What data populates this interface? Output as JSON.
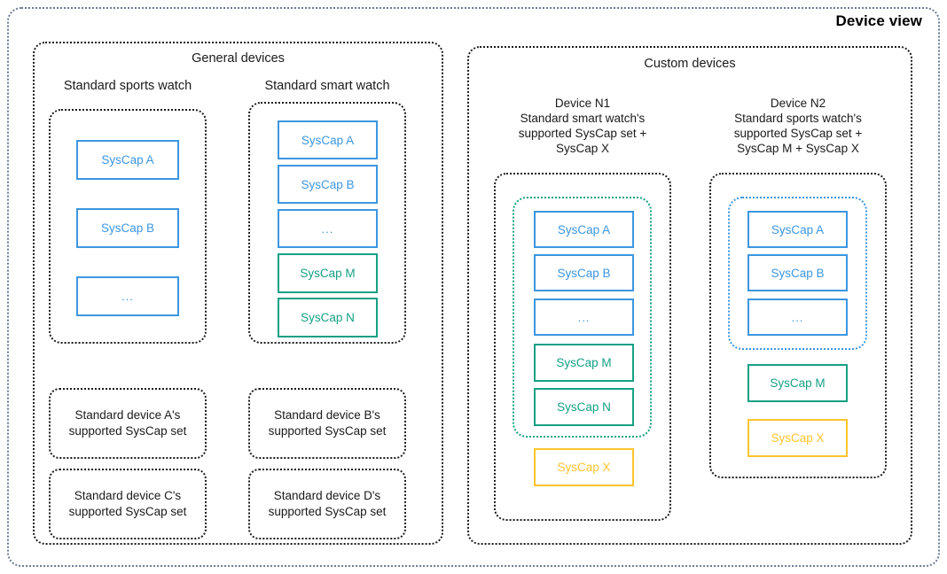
{
  "view": {
    "title": "Device view"
  },
  "colors": {
    "blue": "#3c96e0",
    "green": "#16a085",
    "yellow": "#fdc42b",
    "outer_frame": "#6b7b93",
    "frame": "#1a1a1a"
  },
  "general_devices": {
    "title": "General devices",
    "columns": [
      {
        "name": "standard-sports-watch",
        "title": "Standard sports watch",
        "chips": [
          {
            "label": "SysCap A",
            "color": "blue"
          },
          {
            "label": "SysCap B",
            "color": "blue"
          },
          {
            "label": "...",
            "color": "blue"
          }
        ]
      },
      {
        "name": "standard-smart-watch",
        "title": "Standard smart watch",
        "chips": [
          {
            "label": "SysCap A",
            "color": "blue"
          },
          {
            "label": "SysCap B",
            "color": "blue"
          },
          {
            "label": "...",
            "color": "blue"
          },
          {
            "label": "SysCap M",
            "color": "green"
          },
          {
            "label": "SysCap N",
            "color": "green"
          }
        ]
      }
    ],
    "set_boxes": [
      {
        "name": "standard-device-a-set",
        "label": "Standard device A's\nsupported SysCap set"
      },
      {
        "name": "standard-device-b-set",
        "label": "Standard device B's\nsupported SysCap set"
      },
      {
        "name": "standard-device-c-set",
        "label": "Standard device C's\nsupported SysCap set"
      },
      {
        "name": "standard-device-d-set",
        "label": "Standard device D's\nsupported SysCap set"
      }
    ]
  },
  "custom_devices": {
    "title": "Custom devices",
    "devices": [
      {
        "name": "device-n1",
        "title": "Device N1\nStandard smart watch's\nsupported SysCap set +\nSysCap X",
        "inner_frame_color": "green",
        "inner_chips": [
          {
            "label": "SysCap A",
            "color": "blue"
          },
          {
            "label": "SysCap B",
            "color": "blue"
          },
          {
            "label": "...",
            "color": "blue"
          },
          {
            "label": "SysCap M",
            "color": "green"
          },
          {
            "label": "SysCap N",
            "color": "green"
          }
        ],
        "extra_chips": [
          {
            "label": "SysCap X",
            "color": "yellow"
          }
        ]
      },
      {
        "name": "device-n2",
        "title": "Device N2\nStandard sports watch's\nsupported SysCap set +\nSysCap M + SysCap X",
        "inner_frame_color": "blue",
        "inner_chips": [
          {
            "label": "SysCap A",
            "color": "blue"
          },
          {
            "label": "SysCap B",
            "color": "blue"
          },
          {
            "label": "...",
            "color": "blue"
          }
        ],
        "extra_chips": [
          {
            "label": "SysCap M",
            "color": "green"
          },
          {
            "label": "SysCap X",
            "color": "yellow"
          }
        ]
      }
    ]
  }
}
